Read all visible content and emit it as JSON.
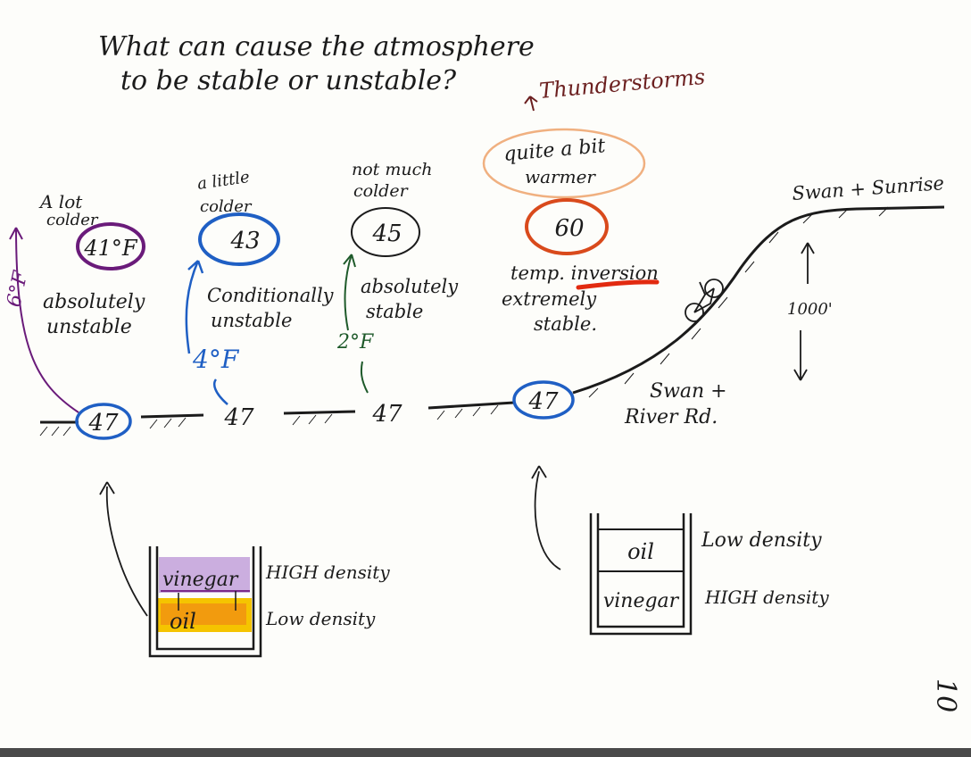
{
  "header": {
    "question_line1": "What can cause the atmosphere",
    "question_line2": "to be stable or unstable?",
    "thunderstorms_note": "Thunderstorms"
  },
  "columns": [
    {
      "id": "absolutely-unstable",
      "descriptor": [
        "A lot",
        "colder"
      ],
      "aloft_temp": "41°F",
      "stability": [
        "absolutely",
        "unstable"
      ],
      "difference": "6°F",
      "surface_temp": "47",
      "color": "#6a1b7a"
    },
    {
      "id": "conditionally-unstable",
      "descriptor": [
        "a little",
        "colder"
      ],
      "aloft_temp": "43",
      "stability": [
        "Conditionally",
        "unstable"
      ],
      "difference": "4°F",
      "surface_temp": "47",
      "color": "#1f5fc4"
    },
    {
      "id": "absolutely-stable",
      "descriptor": [
        "not much",
        "colder"
      ],
      "aloft_temp": "45",
      "stability": [
        "absolutely",
        "stable"
      ],
      "difference": "2°F",
      "surface_temp": "47",
      "color": "#1e5a2a"
    },
    {
      "id": "inversion",
      "descriptor": [
        "quite a bit",
        "warmer"
      ],
      "aloft_temp": "60",
      "stability": [
        "temp. inversion",
        "extremely",
        "stable."
      ],
      "difference": "",
      "surface_temp": "47",
      "color": "#d94a1c"
    }
  ],
  "terrain": {
    "top_label": "Swan + Sunrise",
    "bottom_label": [
      "Swan +",
      "River Rd."
    ],
    "height_label": "1000'"
  },
  "jars": [
    {
      "id": "unstable-jar",
      "top_layer": "vinegar",
      "top_density": "HIGH density",
      "bottom_layer": "oil",
      "bottom_density": "Low density"
    },
    {
      "id": "stable-jar",
      "top_layer": "oil",
      "top_density": "Low density",
      "bottom_layer": "vinegar",
      "bottom_density": "HIGH density"
    }
  ],
  "page_number": "10",
  "colors": {
    "ink": "#1b1b1b",
    "purple": "#6a1b7a",
    "blue": "#1f5fc4",
    "green": "#1e5a2a",
    "orange": "#d94a1c",
    "peach": "#f0b080",
    "brown": "#6b1f1f",
    "red": "#e22a10",
    "yellow": "#f5c400"
  }
}
